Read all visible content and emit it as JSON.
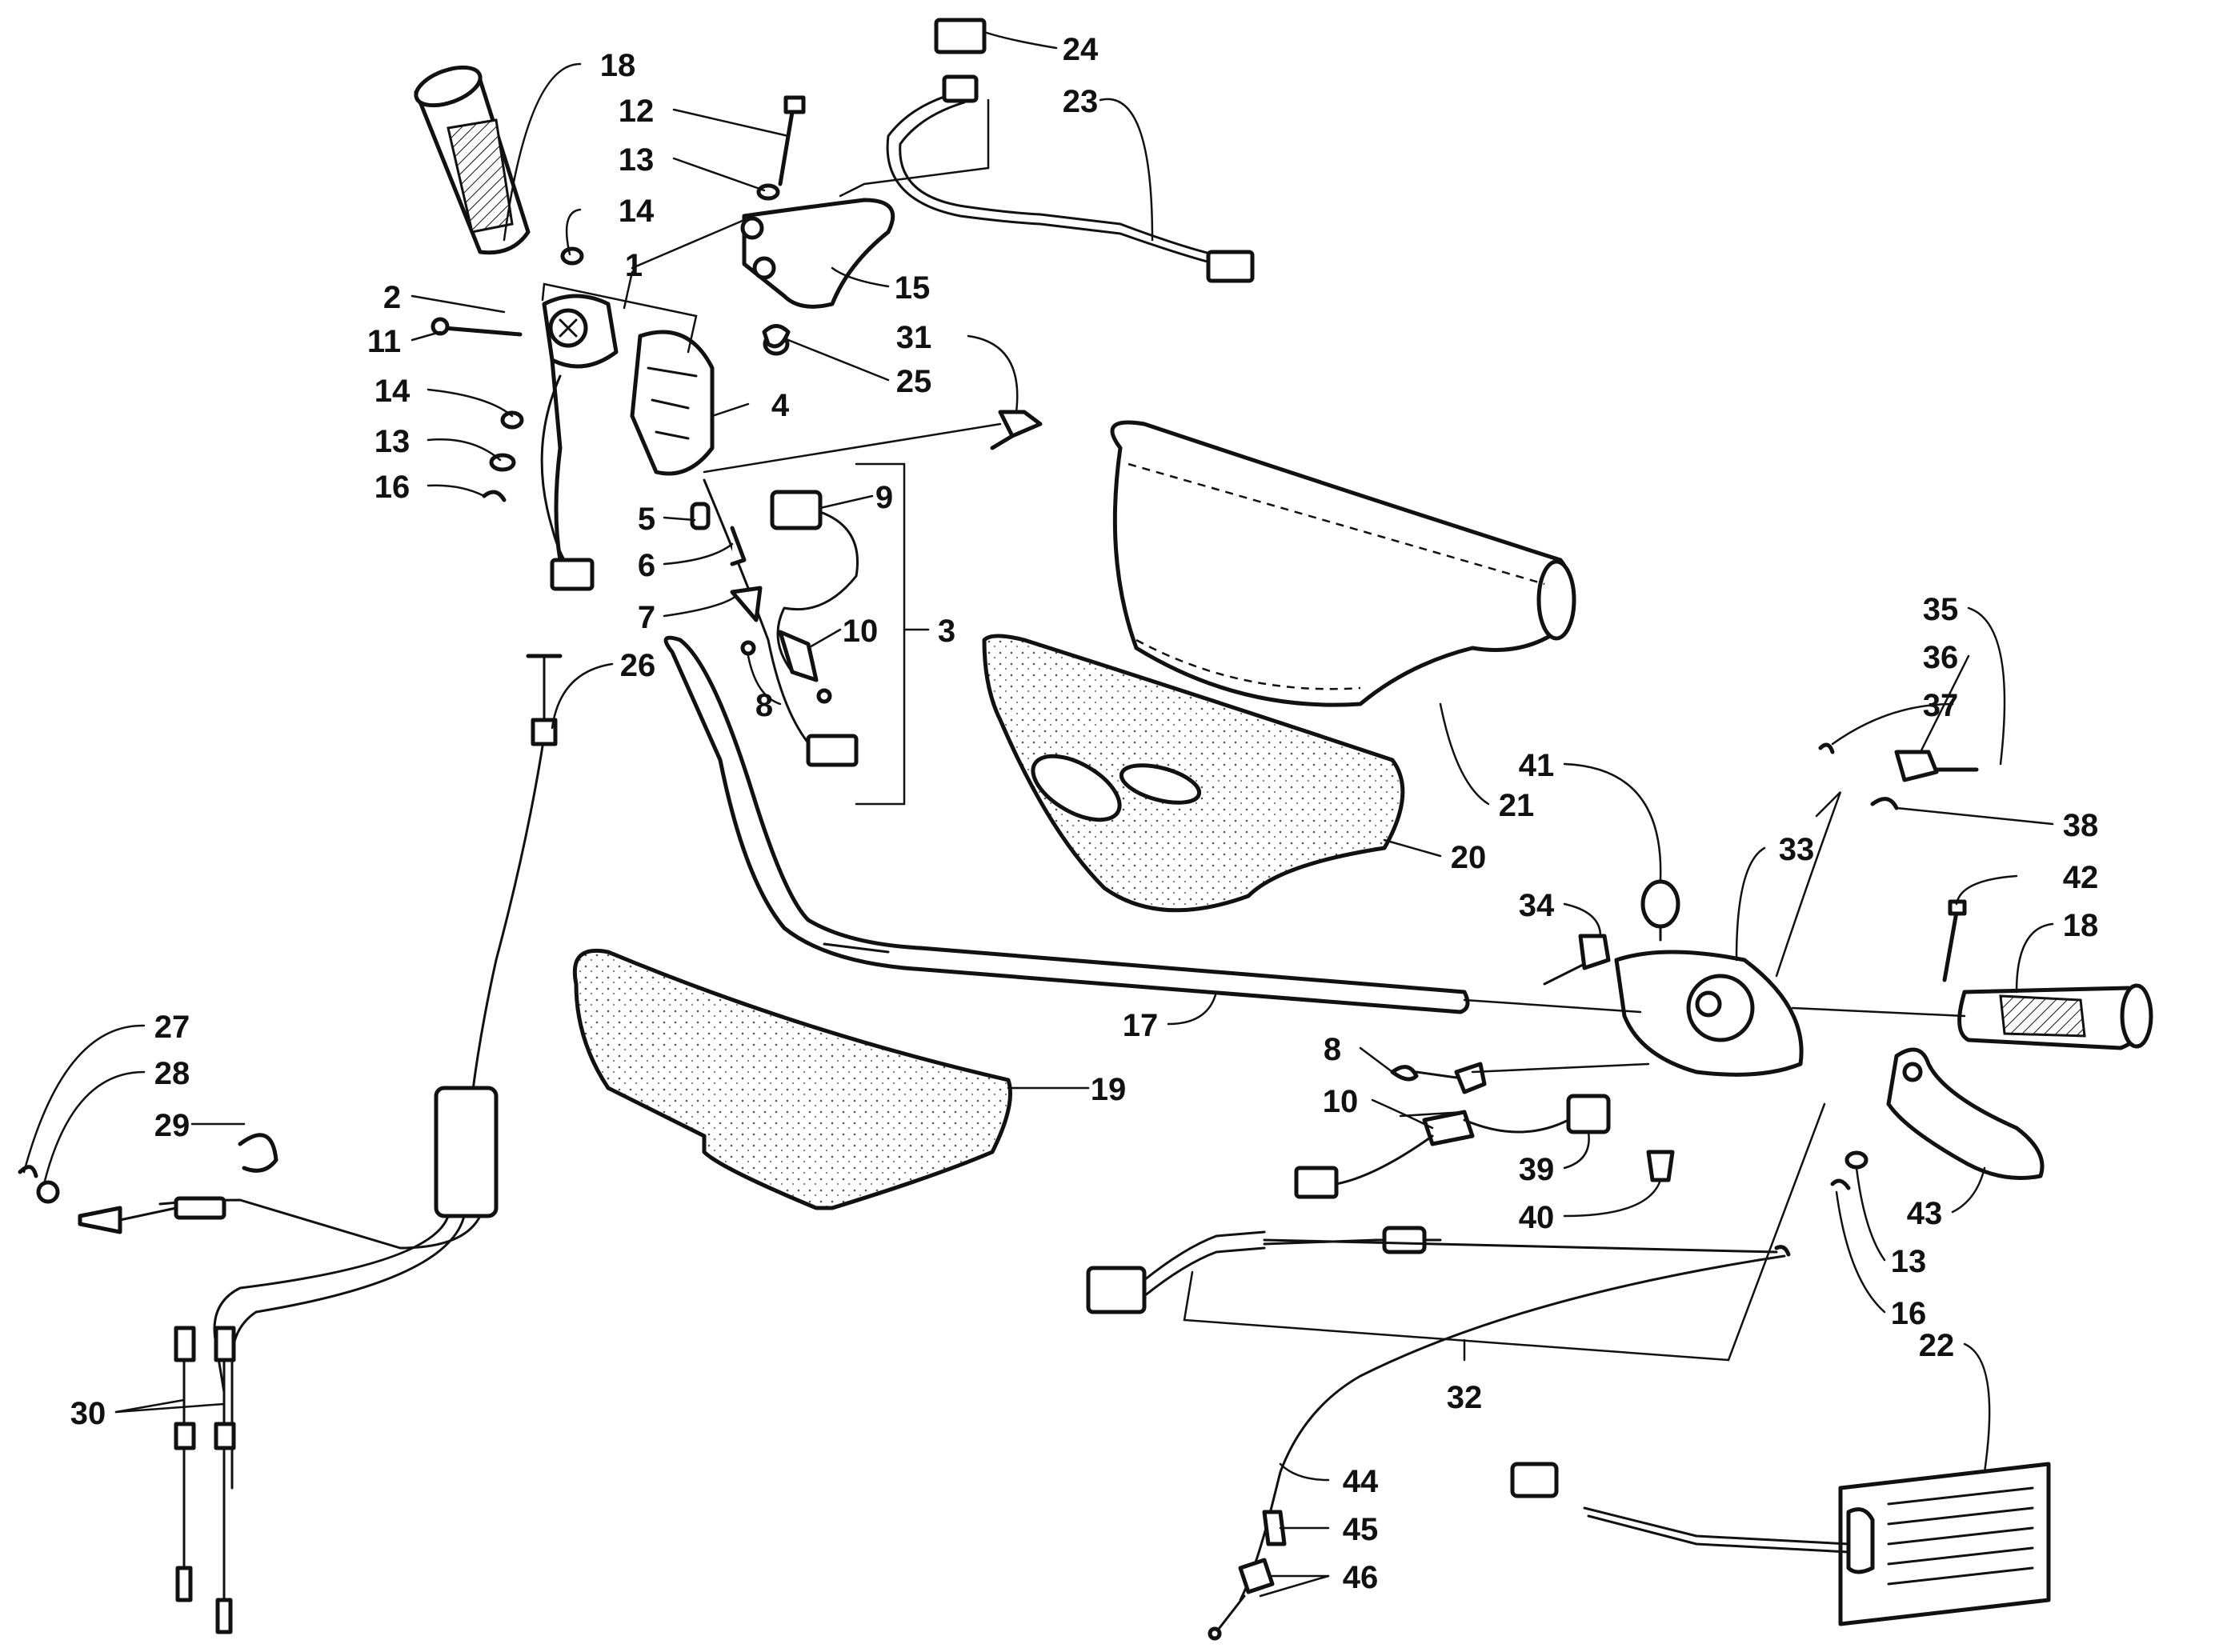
{
  "diagram": {
    "callouts": [
      {
        "id": "c18a",
        "text": "18"
      },
      {
        "id": "c12",
        "text": "12"
      },
      {
        "id": "c13a",
        "text": "13"
      },
      {
        "id": "c14a",
        "text": "14"
      },
      {
        "id": "c1",
        "text": "1"
      },
      {
        "id": "c2",
        "text": "2"
      },
      {
        "id": "c11",
        "text": "11"
      },
      {
        "id": "c14b",
        "text": "14"
      },
      {
        "id": "c13b",
        "text": "13"
      },
      {
        "id": "c16a",
        "text": "16"
      },
      {
        "id": "c4",
        "text": "4"
      },
      {
        "id": "c5",
        "text": "5"
      },
      {
        "id": "c6",
        "text": "6"
      },
      {
        "id": "c7",
        "text": "7"
      },
      {
        "id": "c8a",
        "text": "8"
      },
      {
        "id": "c9",
        "text": "9"
      },
      {
        "id": "c10a",
        "text": "10"
      },
      {
        "id": "c3",
        "text": "3"
      },
      {
        "id": "c24",
        "text": "24"
      },
      {
        "id": "c23",
        "text": "23"
      },
      {
        "id": "c15",
        "text": "15"
      },
      {
        "id": "c25",
        "text": "25"
      },
      {
        "id": "c31",
        "text": "31"
      },
      {
        "id": "c26",
        "text": "26"
      },
      {
        "id": "c21",
        "text": "21"
      },
      {
        "id": "c20",
        "text": "20"
      },
      {
        "id": "c17",
        "text": "17"
      },
      {
        "id": "c19",
        "text": "19"
      },
      {
        "id": "c27",
        "text": "27"
      },
      {
        "id": "c28",
        "text": "28"
      },
      {
        "id": "c29",
        "text": "29"
      },
      {
        "id": "c30",
        "text": "30"
      },
      {
        "id": "c35",
        "text": "35"
      },
      {
        "id": "c36",
        "text": "36"
      },
      {
        "id": "c37",
        "text": "37"
      },
      {
        "id": "c38",
        "text": "38"
      },
      {
        "id": "c41",
        "text": "41"
      },
      {
        "id": "c33",
        "text": "33"
      },
      {
        "id": "c42",
        "text": "42"
      },
      {
        "id": "c18b",
        "text": "18"
      },
      {
        "id": "c34",
        "text": "34"
      },
      {
        "id": "c8b",
        "text": "8"
      },
      {
        "id": "c10b",
        "text": "10"
      },
      {
        "id": "c39",
        "text": "39"
      },
      {
        "id": "c40",
        "text": "40"
      },
      {
        "id": "c43",
        "text": "43"
      },
      {
        "id": "c13c",
        "text": "13"
      },
      {
        "id": "c16b",
        "text": "16"
      },
      {
        "id": "c22",
        "text": "22"
      },
      {
        "id": "c32",
        "text": "32"
      },
      {
        "id": "c44",
        "text": "44"
      },
      {
        "id": "c45",
        "text": "45"
      },
      {
        "id": "c46",
        "text": "46"
      }
    ]
  }
}
